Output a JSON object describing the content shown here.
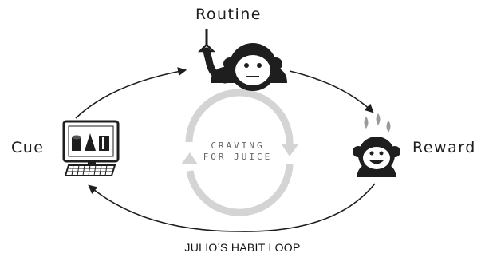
{
  "diagram": {
    "routine_label": "Routine",
    "cue_label": "Cue",
    "reward_label": "Reward",
    "center_line1": "CRAVING",
    "center_line2": "FOR JUICE",
    "caption": "JULIO’S HABIT LOOP"
  },
  "colors": {
    "ink": "#1e1e1e",
    "center_ring": "#d4d4d4",
    "drop": "#9a9a9a"
  },
  "icons": {
    "routine": "monkey-pulling-lever-icon",
    "cue": "computer-screen-shapes-icon",
    "reward": "happy-monkey-juice-drops-icon",
    "center": "cycle-arrows-icon"
  }
}
